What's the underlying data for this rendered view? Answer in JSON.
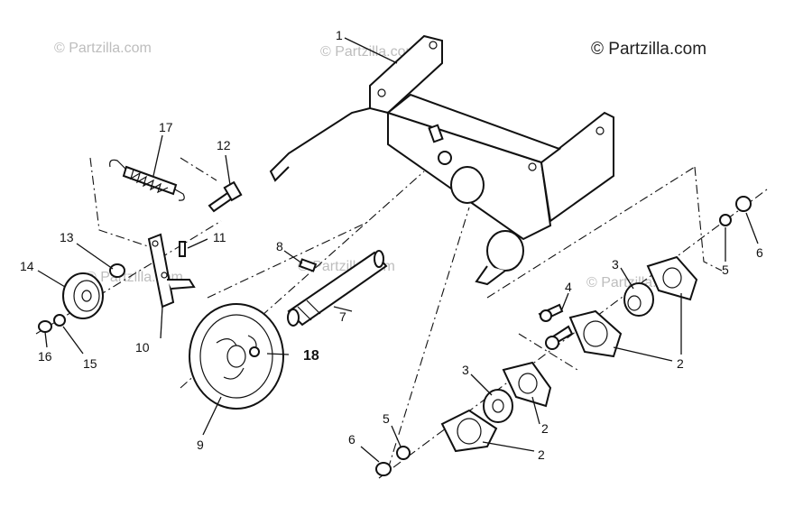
{
  "watermarks": {
    "main": "© Partzilla.com",
    "faint": [
      "© Partzilla.com",
      "© Partzilla.com",
      "© Partzilla.com",
      "© Partzilla.com",
      "© Partzilla.com"
    ]
  },
  "callouts": [
    {
      "id": "c1",
      "label": "1"
    },
    {
      "id": "c2a",
      "label": "2"
    },
    {
      "id": "c2b",
      "label": "2"
    },
    {
      "id": "c2c",
      "label": "2"
    },
    {
      "id": "c3a",
      "label": "3"
    },
    {
      "id": "c3b",
      "label": "3"
    },
    {
      "id": "c4",
      "label": "4"
    },
    {
      "id": "c5a",
      "label": "5"
    },
    {
      "id": "c5b",
      "label": "5"
    },
    {
      "id": "c6a",
      "label": "6"
    },
    {
      "id": "c6b",
      "label": "6"
    },
    {
      "id": "c7",
      "label": "7"
    },
    {
      "id": "c8",
      "label": "8"
    },
    {
      "id": "c9",
      "label": "9"
    },
    {
      "id": "c10",
      "label": "10"
    },
    {
      "id": "c11",
      "label": "11"
    },
    {
      "id": "c12",
      "label": "12"
    },
    {
      "id": "c13",
      "label": "13"
    },
    {
      "id": "c14",
      "label": "14"
    },
    {
      "id": "c15",
      "label": "15"
    },
    {
      "id": "c16",
      "label": "16"
    },
    {
      "id": "c17",
      "label": "17"
    },
    {
      "id": "c18",
      "label": "18"
    }
  ]
}
